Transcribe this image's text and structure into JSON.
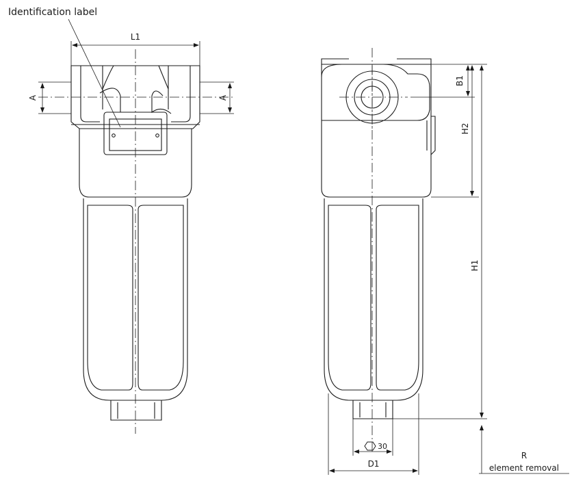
{
  "callout": {
    "identification_label": "Identification label"
  },
  "dimensions": {
    "L1": "L1",
    "A_left": "A",
    "A_right": "A",
    "B1": "B1",
    "H2": "H2",
    "H1": "H1",
    "D1": "D1",
    "hex_size": "30",
    "R": "R",
    "element_removal": "element removal"
  },
  "icons": {
    "hex": "hexagon-nut-icon"
  }
}
